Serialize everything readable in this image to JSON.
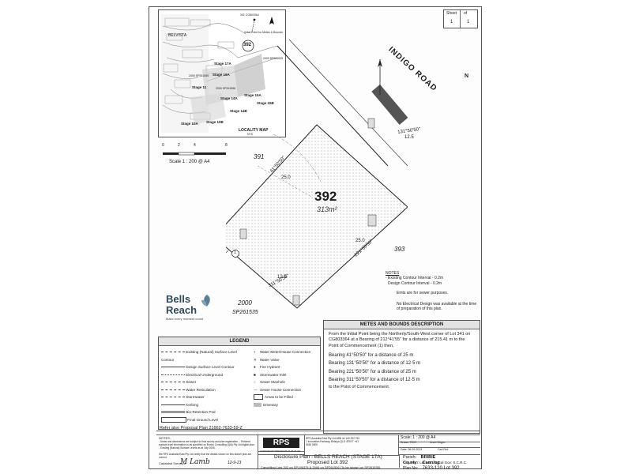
{
  "sheet": {
    "label": "Sheet",
    "num": "1",
    "of_label": "of",
    "total": "1"
  },
  "locality_map": {
    "title": "LOCALITY MAP",
    "scale_note": "NTS",
    "suburb": "BELVISTA",
    "initial_point": "Initial Point for Metes & Bounds",
    "lot_ref": "341 CG803364",
    "lot_label": "392",
    "sp_labels": [
      "2000 SP261535",
      "2000 SP261555",
      "2000 SP261556"
    ],
    "stages": [
      "Stage 17A",
      "Stage 16A",
      "Stage 11",
      "Stage 14A",
      "Stage 15A",
      "Stage 15B",
      "Stage 14B",
      "Stage 10B",
      "Stage 10A"
    ]
  },
  "scale_bar": {
    "ticks": [
      "0",
      "2",
      "4",
      "8"
    ],
    "label": "Scale 1 : 200 @ A4"
  },
  "plan": {
    "road": "INDIGO ROAD",
    "lot": "392",
    "area": "313m²",
    "neighbours": {
      "left": "391",
      "right": "393",
      "below": "2000",
      "below_sp": "SP261535"
    },
    "bearings": [
      "41°50'50\"",
      "131°50'50\"",
      "221°50'50\"",
      "311°50'50\""
    ],
    "distances": [
      "25.0",
      "12.5",
      "25.0",
      "12.5"
    ],
    "commencement_mark": "1",
    "north": "N"
  },
  "notes": {
    "title": "NOTES",
    "contour1": "- Existing Contour Interval - 0.2m",
    "contour2": "Design Contour Interval - 0.2m",
    "ems": "Emts are for sewer purposes.",
    "electrical": "No Electrical Design was available at the time of preparation of this plan."
  },
  "metes": {
    "title": "METES AND BOUNDS DESCRIPTION",
    "intro": "From the Initial Point being the Northerly/South-West corner of Lot 341 on CG803364 at a Bearing of 212°41'55\" for a distance of 215.41 m to the Point of Commencement (1) then,",
    "lines": [
      "Bearing 41°50'50\" for a distance of 25 m",
      "Bearing 131°50'50\" for a distance of 12·5 m",
      "Bearing 221°50'50\" for a distance of 25 m",
      "Bearing 311°50'50\" for a distance of 12·5 m"
    ],
    "outro": "to the Point of Commencement."
  },
  "legend": {
    "title": "LEGEND",
    "left": [
      "Existing (Natural) Surface Level Contour",
      "Design Surface Level Contour",
      "Electrical Underground",
      "Sewer",
      "Water Reticulation",
      "Stormwater",
      "Kerbing",
      "Bio-Retention Pod",
      "Final Ground Level"
    ],
    "right": [
      "Water Meter/House Connection",
      "Water Valve",
      "Fire Hydrant",
      "Stormwater Inlet",
      "Sewer Manhole",
      "Sewer House Connection",
      "Areas to be Filled",
      "Driveway"
    ]
  },
  "brand": {
    "name": "Bells",
    "name2": "Reach",
    "tagline": "Make every moment count"
  },
  "title_block": {
    "refer": "Refer also Proposal Plan 21662-7633-59-Z",
    "notes_title": "NOTES:",
    "notes_text": "- Areas and dimensions are subject to final survey and plan registration. - Finished surface level information is as specified on Brown Consulting (Qld) Pty Ltd digital plan. - Existing (Natural) Surface Levels as at July 2006.",
    "cert": "We RPS Australia East Pty Ltd certify that the details shown on this sketch plan are correct.",
    "surveyor_label": "Cadastral Surveyor",
    "signature": "M Lamb",
    "sign_date": "12-9-13",
    "company": "RPS",
    "copyright": "COPYRIGHT PROTECTS THIS PLAN",
    "address": "RPS Australia East Pty Ltd ABN 44 140 292 762 1 Innovation Parkway, Birtinya QLD 4575 T +61 5436 0500",
    "scale": "Scale: 1 : 200 @ A4",
    "drawn": "Drawn: RCG",
    "level": "Level Origin:",
    "date": "Date: 06-09-2013",
    "cad": "Cad Ref:",
    "parish_label": "Parish:",
    "parish": "BRIBIE",
    "county_label": "County:",
    "county": "Canning",
    "orig_label": "Orig.Plan:",
    "orig": "Lot 648",
    "lga": "Local Gov: S.C.R.C.",
    "planno_label": "Plan No:",
    "plan_no": "7633-120  Lot 392",
    "title1": "Disclosure Plan - BELLS REACH  (STAGE 17A)",
    "title2": "Proposed Lot 392",
    "title3": "Cancelling Lots 202 on SP196375 & 2000 on SP261526  (To be shown on SP261535)"
  }
}
